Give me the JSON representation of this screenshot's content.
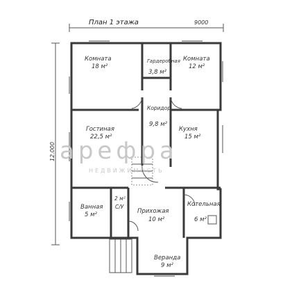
{
  "title": "План 1 этажа",
  "dim_width": "9000",
  "dim_height": "12.000",
  "rooms": [
    {
      "name": "Комната",
      "area": "18 м²"
    },
    {
      "name": "Гардеробная",
      "area": "3,8 м²"
    },
    {
      "name": "Комната",
      "area": "12 м²"
    },
    {
      "name": "Коридор",
      "area": "9,8 м²"
    },
    {
      "name": "Гостиная",
      "area": "22,5 м²"
    },
    {
      "name": "Кухня",
      "area": "15 м²"
    },
    {
      "name": "С/У",
      "area": "2 м²"
    },
    {
      "name": "Ванная",
      "area": "5 м²"
    },
    {
      "name": "Прихожая",
      "area": "10 м²"
    },
    {
      "name": "Котельная",
      "area": "6 м²"
    },
    {
      "name": "Веранда",
      "area": "9 м²"
    }
  ],
  "watermark": {
    "logo": "apeфpa",
    "sub": "НЕДВИЖИМОСТЬ"
  }
}
